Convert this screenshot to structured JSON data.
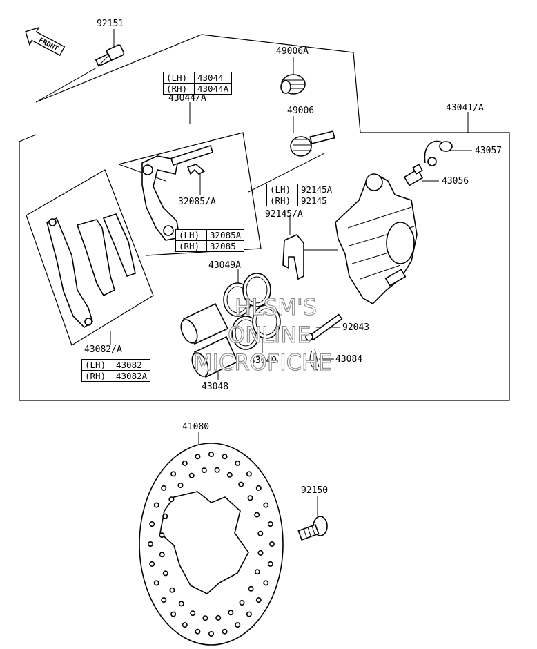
{
  "front_arrow": "FRONT",
  "labels": {
    "p92151": "92151",
    "p49006a": "49006A",
    "p43044a": "43044/A",
    "p49006": "49006",
    "p43041a": "43041/A",
    "p43057": "43057",
    "p43056": "43056",
    "p32085a": "32085/A",
    "p92145a": "92145/A",
    "p43049a": "43049A",
    "p92043": "92043",
    "p43084": "43084",
    "p43049": "43049",
    "p43048": "43048",
    "p43082a": "43082/A",
    "p41080": "41080",
    "p92150": "92150"
  },
  "tables": {
    "t43044": [
      {
        "side": "(LH)",
        "part": "43044"
      },
      {
        "side": "(RH)",
        "part": "43044A"
      }
    ],
    "t92145": [
      {
        "side": "(LH)",
        "part": "92145A"
      },
      {
        "side": "(RH)",
        "part": "92145"
      }
    ],
    "t32085": [
      {
        "side": "(LH)",
        "part": "32085A"
      },
      {
        "side": "(RH)",
        "part": "32085"
      }
    ],
    "t43082": [
      {
        "side": "(LH)",
        "part": "43082"
      },
      {
        "side": "(RH)",
        "part": "43082A"
      }
    ]
  },
  "watermark": [
    "HLSM'S",
    "ONLINE",
    "MICROFICHE"
  ]
}
